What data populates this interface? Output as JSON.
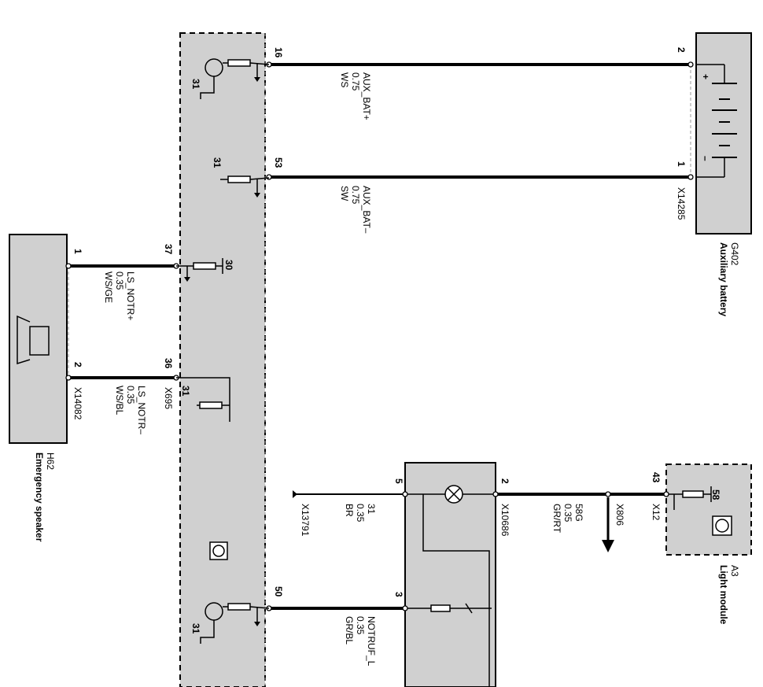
{
  "components": {
    "battery": {
      "id": "G402",
      "name": "Auxiliary battery",
      "connector": "X14285",
      "pin_plus": "2",
      "pin_minus": "1",
      "plus_sign": "+",
      "minus_sign": "–"
    },
    "speaker": {
      "id": "H62",
      "name": "Emergency speaker",
      "connector": "X14082",
      "pin_a": "1",
      "pin_b": "2"
    },
    "module": {
      "connector": "X695",
      "p16": "16",
      "p53": "53",
      "p37": "37",
      "p36": "36",
      "p50": "50",
      "g1": "31",
      "g2": "31",
      "g3": "30",
      "g4": "31",
      "g5": "31"
    },
    "lamp": {
      "connector": "X10686",
      "p2": "2",
      "p5": "5",
      "p3": "3",
      "ground_connector": "X13791"
    },
    "light_module": {
      "id": "A3",
      "name": "Light module",
      "connector": "X12",
      "pin": "43",
      "term": "58"
    },
    "x806": "X806"
  },
  "wires": {
    "aux_bat_plus": {
      "signal": "AUX_BAT+",
      "gauge": "0.75",
      "color": "WS"
    },
    "aux_bat_minus": {
      "signal": "AUX_BAT–",
      "gauge": "0.75",
      "color": "SW"
    },
    "ls_plus": {
      "signal": "LS_NOTR+",
      "gauge": "0.35",
      "color": "WS/GE"
    },
    "ls_minus": {
      "signal": "LS_NOTR–",
      "gauge": "0.35",
      "color": "WS/BL"
    },
    "w58g": {
      "signal": "58G",
      "gauge": "0.35",
      "color": "GR/RT"
    },
    "w31": {
      "signal": "31",
      "gauge": "0.35",
      "color": "BR"
    },
    "notruf": {
      "signal": "NOTRUF_L",
      "gauge": "0.35",
      "color": "GR/BL"
    }
  }
}
